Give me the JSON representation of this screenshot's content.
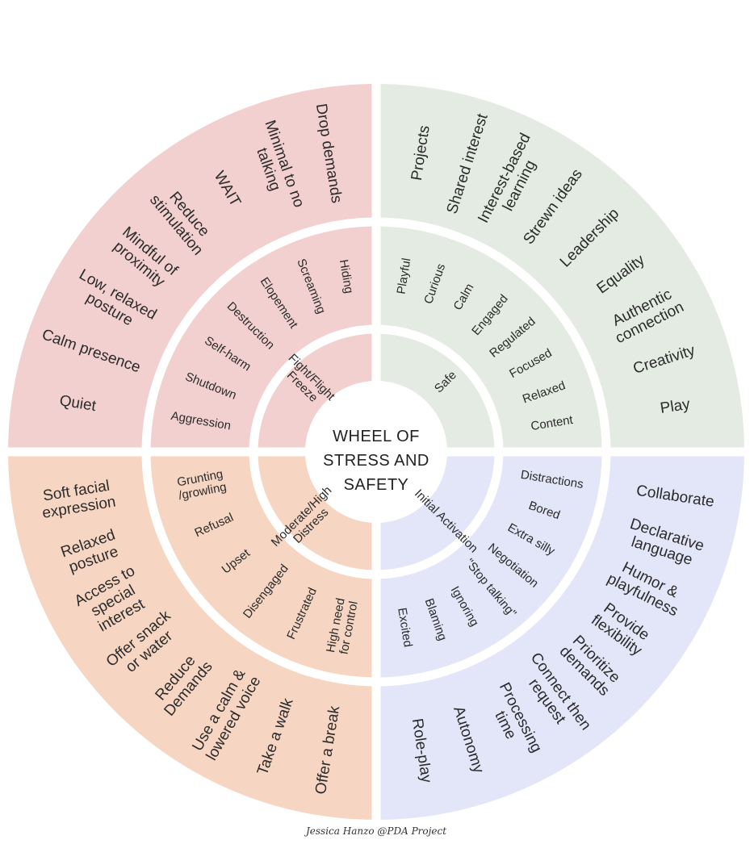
{
  "colors": {
    "red": "#f2d0d0",
    "green": "#e4ebe3",
    "blue": "#e3e5f8",
    "peach": "#f6d6c2",
    "divider": "#ffffff",
    "text": "#2b2b2b"
  },
  "center": {
    "lines": [
      "WHEEL OF",
      "STRESS AND",
      "SAFETY"
    ]
  },
  "credit": "Jessica Hanzo @PDA Project",
  "quadrants": {
    "top_left": {
      "color": "red",
      "core": [
        "Fight/Flight",
        "Freeze"
      ],
      "middle": [
        "Aggression",
        "Shutdown",
        "Self-harm",
        "Destruction",
        "Elopement",
        "Screaming",
        "Hiding"
      ],
      "outer": [
        [
          "Quiet"
        ],
        [
          "Calm presence"
        ],
        [
          "Low, relaxed",
          "posture"
        ],
        [
          "Mindful of",
          "proximity"
        ],
        [
          "Reduce",
          "stimulation"
        ],
        [
          "WAIT"
        ],
        [
          "Minimal to no",
          "talking"
        ],
        [
          "Drop demands"
        ]
      ]
    },
    "top_right": {
      "color": "green",
      "core": [
        "Safe"
      ],
      "middle": [
        "Playful",
        "Curious",
        "Calm",
        "Engaged",
        "Regulated",
        "Focused",
        "Relaxed",
        "Content"
      ],
      "outer": [
        [
          "Projects"
        ],
        [
          "Shared interest"
        ],
        [
          "Interest-based",
          "learning"
        ],
        [
          "Strewn ideas"
        ],
        [
          "Leadership"
        ],
        [
          "Equality"
        ],
        [
          "Authentic",
          "connection"
        ],
        [
          "Creativity"
        ],
        [
          "Play"
        ]
      ]
    },
    "bottom_right": {
      "color": "blue",
      "core": [
        "Initial Activation"
      ],
      "middle": [
        "Distractions",
        "Bored",
        "Extra silly",
        "Negotiation",
        "\"Stop talking\"",
        "Ignoring",
        "Blaming",
        "Excited"
      ],
      "outer": [
        [
          "Collaborate"
        ],
        [
          "Declarative",
          "language"
        ],
        [
          "Humor &",
          "playfulness"
        ],
        [
          "Provide",
          "flexibility"
        ],
        [
          "Prioritize",
          "demands"
        ],
        [
          "Connect then",
          "request"
        ],
        [
          "Processing",
          "time"
        ],
        [
          "Autonomy"
        ],
        [
          "Role-play"
        ]
      ]
    },
    "bottom_left": {
      "color": "peach",
      "core": [
        "Moderate/High",
        "Distress"
      ],
      "middle": [
        [
          "High need",
          "for control"
        ],
        [
          "Frustrated"
        ],
        [
          "Disengaged"
        ],
        [
          "Upset"
        ],
        [
          "Refusal"
        ],
        [
          "Grunting",
          "/growling"
        ]
      ],
      "outer": [
        [
          "Offer a break"
        ],
        [
          "Take a walk"
        ],
        [
          "Use a calm &",
          "lowered voice"
        ],
        [
          "Reduce",
          "Demands"
        ],
        [
          "Offer snack",
          "or water"
        ],
        [
          "Access to",
          "special",
          "interest"
        ],
        [
          "Relaxed",
          "posture"
        ],
        [
          "Soft facial",
          "expression"
        ]
      ]
    }
  }
}
